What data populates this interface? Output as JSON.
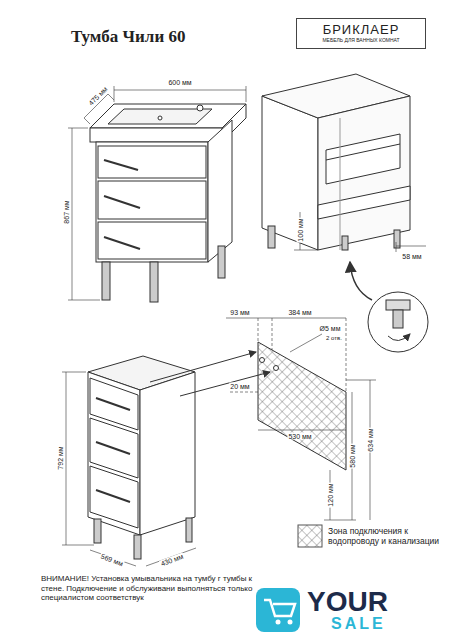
{
  "diagram": {
    "title": "Тумба Чили 60",
    "nodes": [
      {
        "text": [
          "БРИКЛАЕР",
          "МЕБЕЛЬ ДЛЯ ВАННЫХ КОМНАТ"
        ]
      }
    ],
    "labels": [
      "475 мм",
      "600 мм",
      "867 мм",
      "100 мм",
      "58 мм",
      "93 мм",
      "384 мм",
      "Ø5 мм",
      "2 отв.",
      "20 мм",
      "530 мм",
      "120 мм",
      "580 мм",
      "634 мм",
      "792 мм",
      "569 мм",
      "430 мм",
      "ВНИМАНИЕ! Установка умывальника на тумбу г тумбы к стене. Подключение и обслуживани выполняться только специалистом соответствук",
      "YOUR",
      "SALE"
    ],
    "legend": [
      {
        "text": "Зона подключения к водопроводу и канализации"
      }
    ]
  }
}
